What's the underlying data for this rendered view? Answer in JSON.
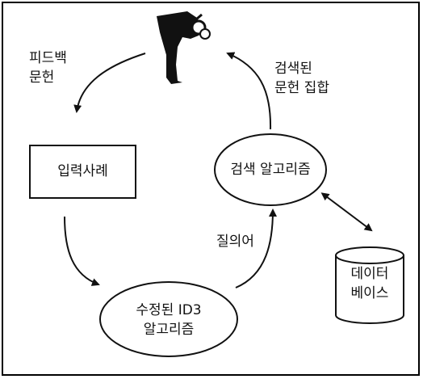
{
  "feedback_label": [
    "피드백",
    "문헌"
  ],
  "retrieved_label": [
    "검색된",
    "문헌 집합"
  ],
  "input_cases": "입력사례",
  "search_algorithm": "검색 알고리즘",
  "query_label": "질의어",
  "modified_id3": [
    "수정된 ID3",
    "알고리즘"
  ],
  "database": [
    "데이터",
    "베이스"
  ],
  "colors": {
    "ink": "#111111",
    "background": "#ffffff"
  }
}
